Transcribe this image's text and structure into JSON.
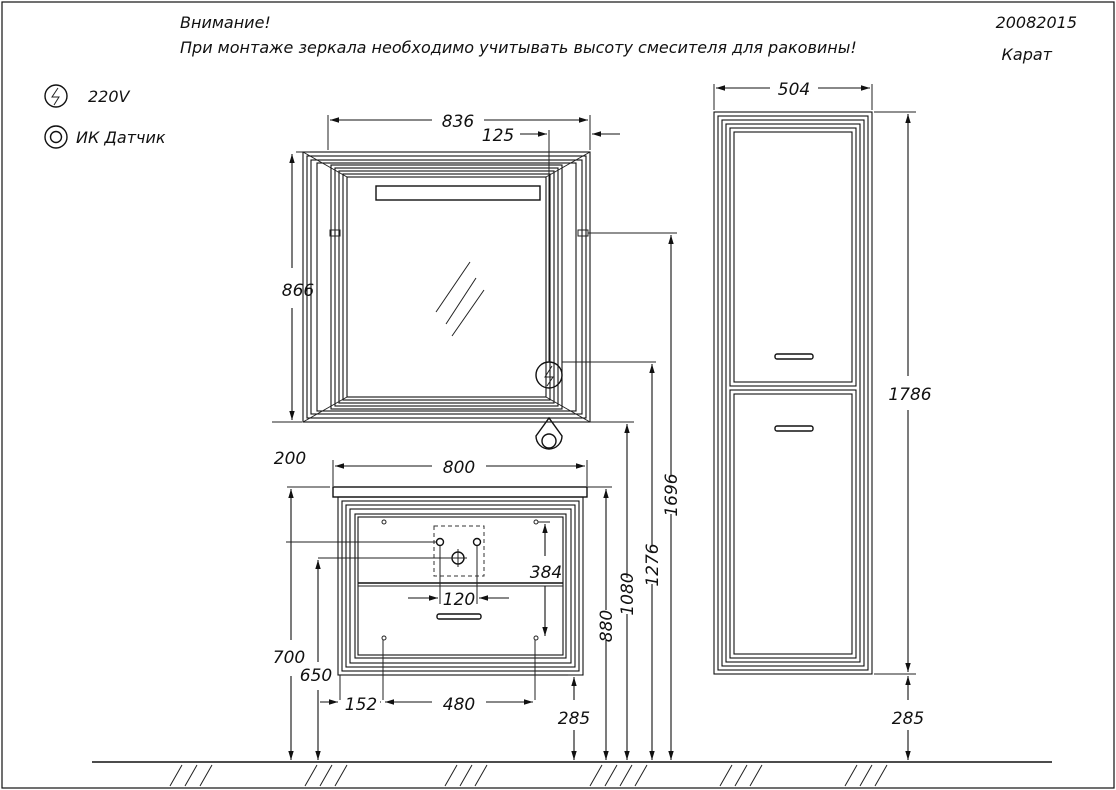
{
  "notice": {
    "title": "Внимание!",
    "text": "При монтаже зеркала необходимо учитывать высоту смесителя для раковины!"
  },
  "doc": {
    "code": "20082015",
    "name": "Карат"
  },
  "legend": [
    {
      "icon": "power-220v-icon",
      "label": "220V"
    },
    {
      "icon": "ir-sensor-icon",
      "label": "ИК  Датчик"
    }
  ],
  "dimensions": {
    "mirror_width": "836",
    "mirror_offset": "125",
    "mirror_height": "866",
    "vanity_top_offset": "200",
    "vanity_width": "800",
    "sink_height": "384",
    "faucet_spacing": "120",
    "cabinet_height": "700",
    "hole_height": "650",
    "side_offset": "152",
    "leg_spacing": "480",
    "vanity_floor": "285",
    "vanity_top": "880",
    "mirror_bottom": "1080",
    "socket_height": "1276",
    "mirror_top": "1696",
    "column_width": "504",
    "column_height": "1786",
    "column_floor": "285"
  },
  "colors": {
    "line": "#111111",
    "background": "#ffffff"
  }
}
